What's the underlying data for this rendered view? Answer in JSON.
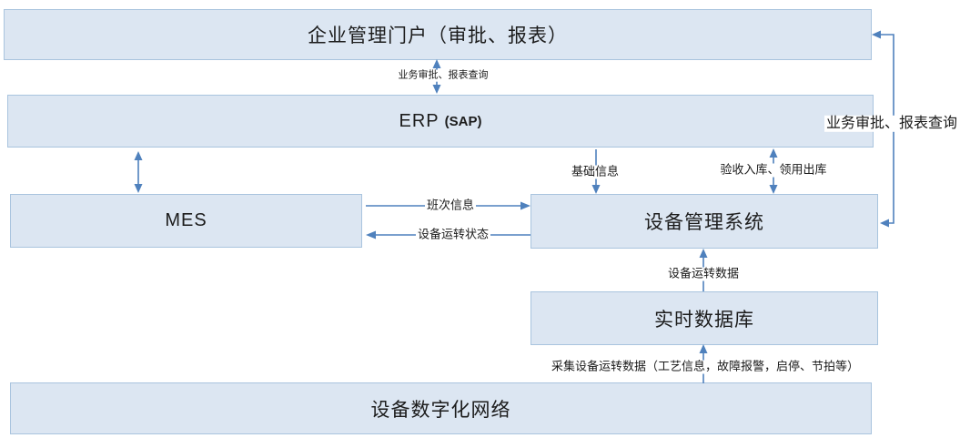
{
  "diagram": {
    "boxes": {
      "portal": {
        "label": "企业管理门户（审批、报表）"
      },
      "erp": {
        "label_main": "ERP",
        "label_sub": "(SAP)"
      },
      "mes": {
        "label": "MES"
      },
      "equipment_mgmt": {
        "label": "设备管理系统"
      },
      "realtime_db": {
        "label": "实时数据库"
      },
      "device_network": {
        "label": "设备数字化网络"
      }
    },
    "edges": {
      "portal_erp": {
        "label": "业务审批、报表查询",
        "direction": "both"
      },
      "erp_mes": {
        "direction": "both"
      },
      "erp_to_ems_basic": {
        "label": "基础信息",
        "direction": "down"
      },
      "erp_ems_warehouse": {
        "label": "验收入库、领用出库",
        "direction": "both"
      },
      "mes_to_ems_shift": {
        "label": "班次信息",
        "direction": "right"
      },
      "ems_to_mes_status": {
        "label": "设备运转状态",
        "direction": "left"
      },
      "rtdb_to_ems_data": {
        "label": "设备运转数据",
        "direction": "up"
      },
      "network_to_rtdb_collect": {
        "label": "采集设备运转数据（工艺信息，故障报警，启停、节拍等）",
        "direction": "up"
      },
      "ems_portal_approval": {
        "label": "业务审批、报表查询",
        "direction": "both"
      }
    },
    "colors": {
      "box_fill": "#dce6f2",
      "box_border": "#a9c4de",
      "arrow": "#4f81bd",
      "text": "#1f1f1f"
    }
  }
}
